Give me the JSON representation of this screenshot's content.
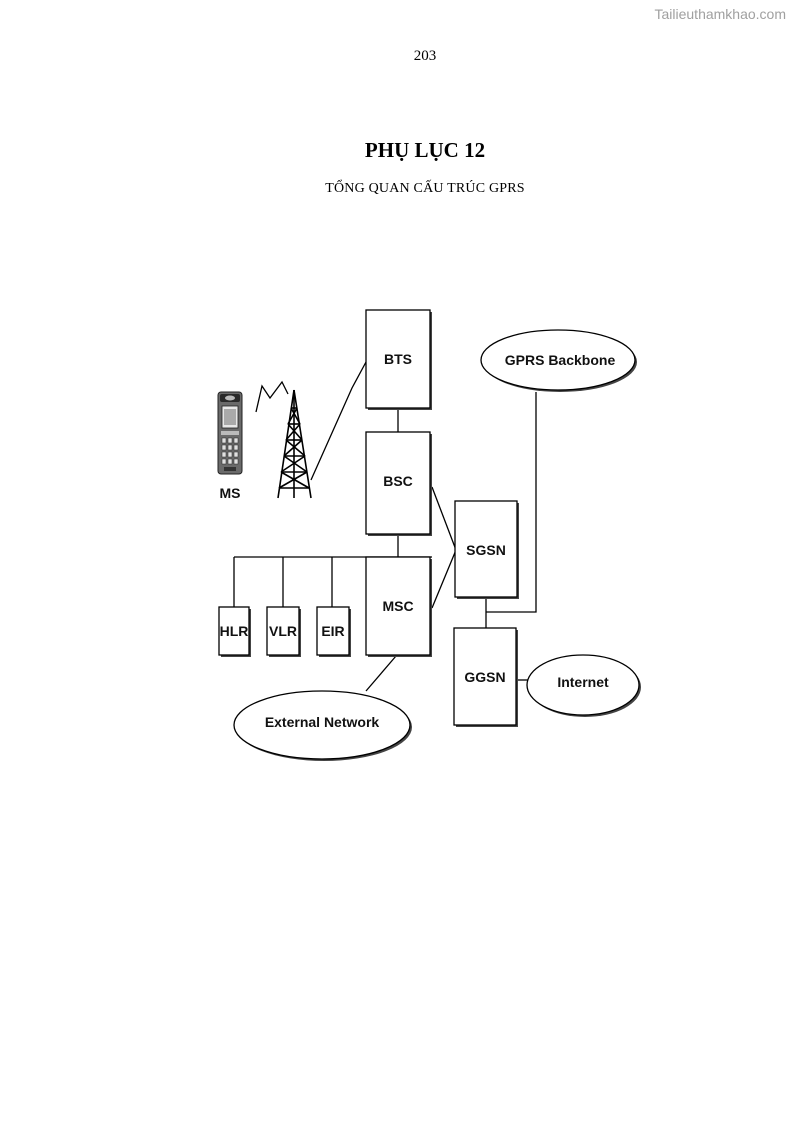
{
  "watermark": "Tailieuthamkhao.com",
  "page_number": "203",
  "title": "PHỤ LỤC 12",
  "subtitle": "TỔNG QUAN CẤU TRÚC GPRS",
  "diagram": {
    "nodes": {
      "ms": "MS",
      "bts": "BTS",
      "bsc": "BSC",
      "msc": "MSC",
      "sgsn": "SGSN",
      "ggsn": "GGSN",
      "hlr": "HLR",
      "vlr": "VLR",
      "eir": "EIR",
      "gprs_backbone": "GPRS Backbone",
      "internet": "Internet",
      "external_network": "External Network"
    }
  }
}
